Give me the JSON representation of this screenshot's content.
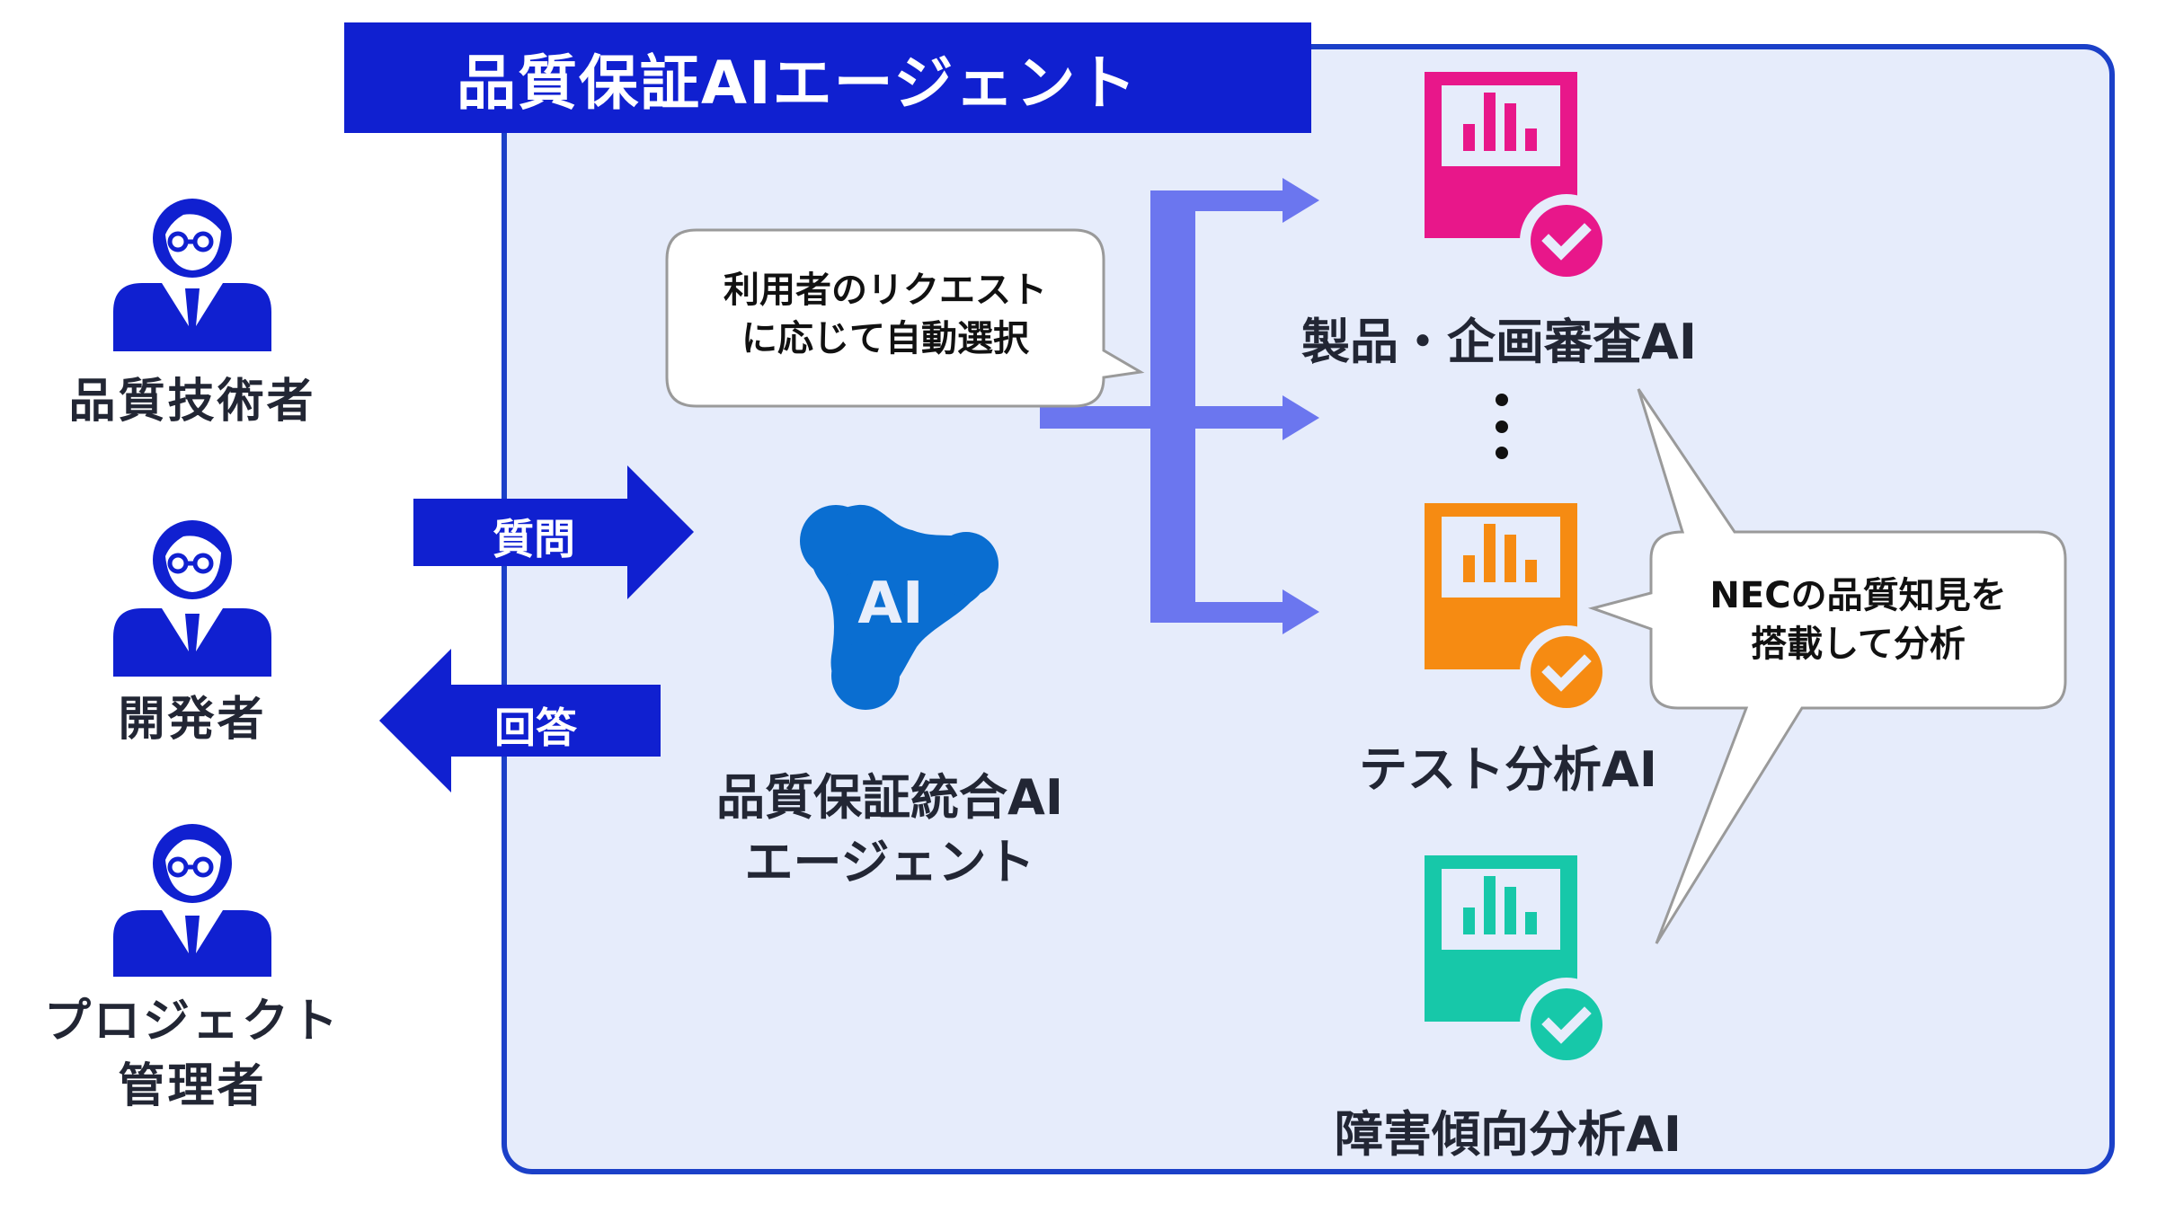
{
  "title": "品質保証AIエージェント",
  "users": [
    {
      "label_lines": [
        "品質技術者"
      ],
      "icon": "person-icon"
    },
    {
      "label_lines": [
        "開発者"
      ],
      "icon": "person-icon"
    },
    {
      "label_lines": [
        "プロジェクト",
        "管理者"
      ],
      "icon": "person-icon"
    }
  ],
  "flows": {
    "question": "質問",
    "answer": "回答"
  },
  "integrated_agent": {
    "icon_text": "AI",
    "label_lines": [
      "品質保証統合AI",
      "エージェント"
    ]
  },
  "callouts": {
    "auto_select": [
      "利用者のリクエスト",
      "に応じて自動選択"
    ],
    "nec_knowledge": [
      "NECの品質知見を",
      "搭載して分析"
    ]
  },
  "sub_agents": [
    {
      "label": "製品・企画審査AI",
      "color": "#e8178a"
    },
    {
      "label": "テスト分析AI",
      "color": "#f68b12"
    },
    {
      "label": "障害傾向分析AI",
      "color": "#17c8a9"
    }
  ],
  "ellipsis": "⋮",
  "colors": {
    "primary": "#1020d0",
    "border": "#1b40c8",
    "container_bg": "#e6ecfb",
    "branch_arrow": "#6b76ef",
    "ai_blob": "#0a6ed1"
  }
}
